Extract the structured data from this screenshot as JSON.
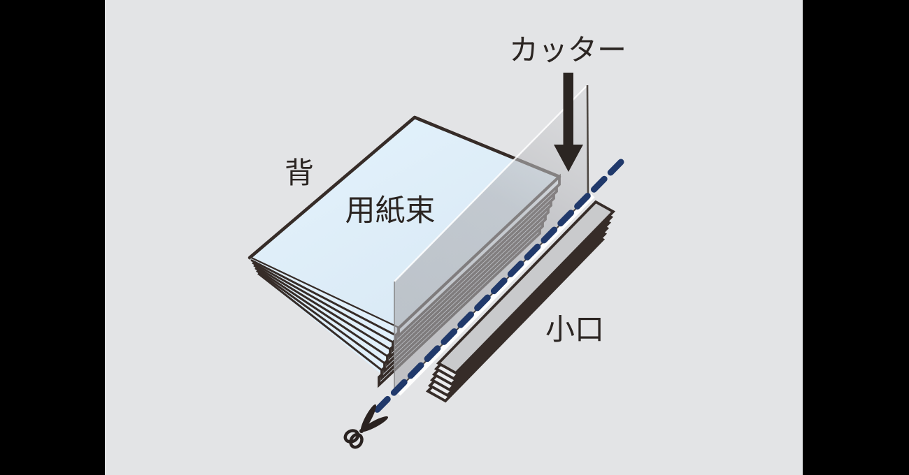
{
  "scene": {
    "background_color": "#e3e4e6",
    "pillarbox_color": "#000000",
    "outline_color": "#362c28",
    "text_color": "#2b2522"
  },
  "labels": {
    "cutter": "カッター",
    "spine": "背",
    "paper_stack": "用紙束",
    "fore_edge": "小口"
  },
  "glyphs": {
    "scissors": "scissors-icon",
    "down_arrow": "down-arrow-icon"
  },
  "cut_line": {
    "color": "#20396b",
    "style": "dashed"
  },
  "paper_stack": {
    "top_color": "#e0effa",
    "layer_color": "#e9f2fa"
  },
  "blade": {
    "color_top": "#d2d3d5",
    "color_bottom": "#acadb1",
    "translucent": "true"
  },
  "offcut_strip": {
    "top_color": "#c9cacc",
    "layer_color": "#ebecee"
  }
}
